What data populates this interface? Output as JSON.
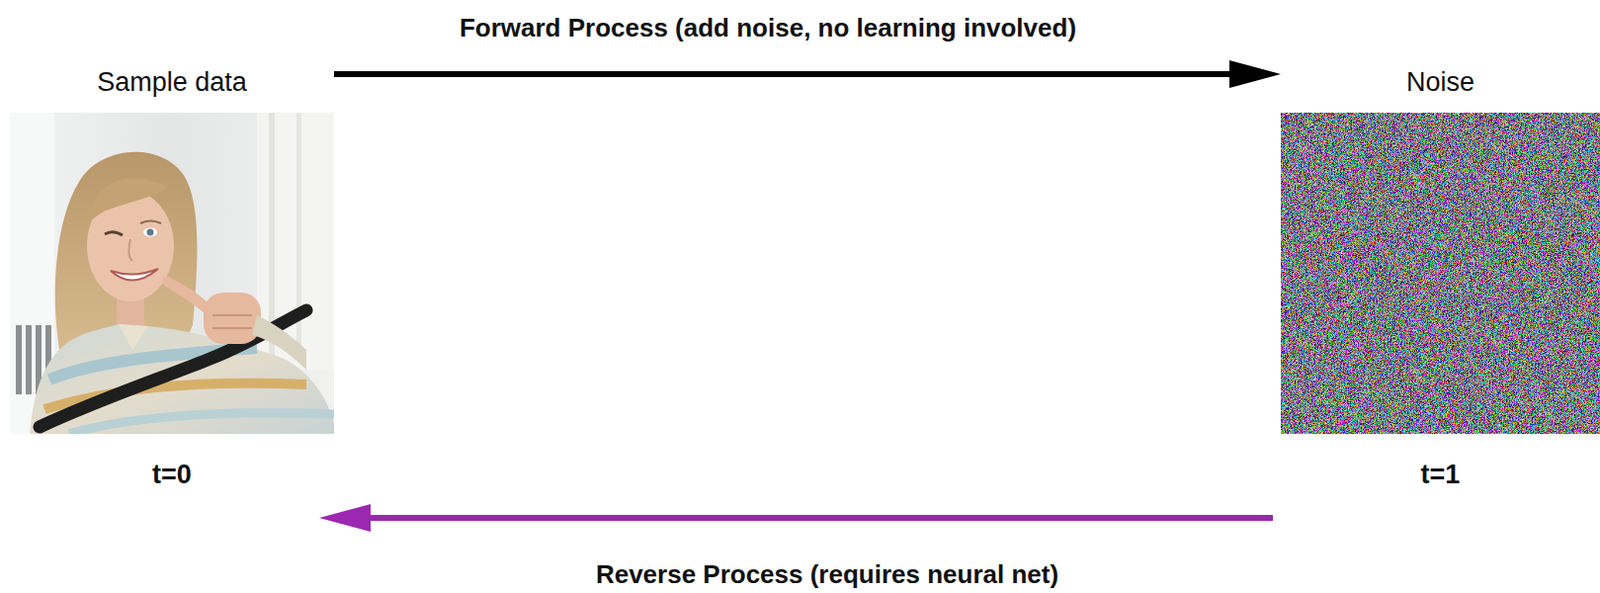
{
  "diagram": {
    "nodes": [
      {
        "text": [
          "Sample data",
          "t=0"
        ]
      },
      {
        "text": [
          "Noise",
          "t=1"
        ]
      }
    ],
    "edges": [
      {
        "from": 0,
        "to": 1,
        "arrow": "to",
        "label": "Forward Process (add noise, no learning involved)"
      },
      {
        "from": 1,
        "to": 0,
        "arrow": "to",
        "label": "Reverse Process (requires neural net)"
      }
    ]
  }
}
